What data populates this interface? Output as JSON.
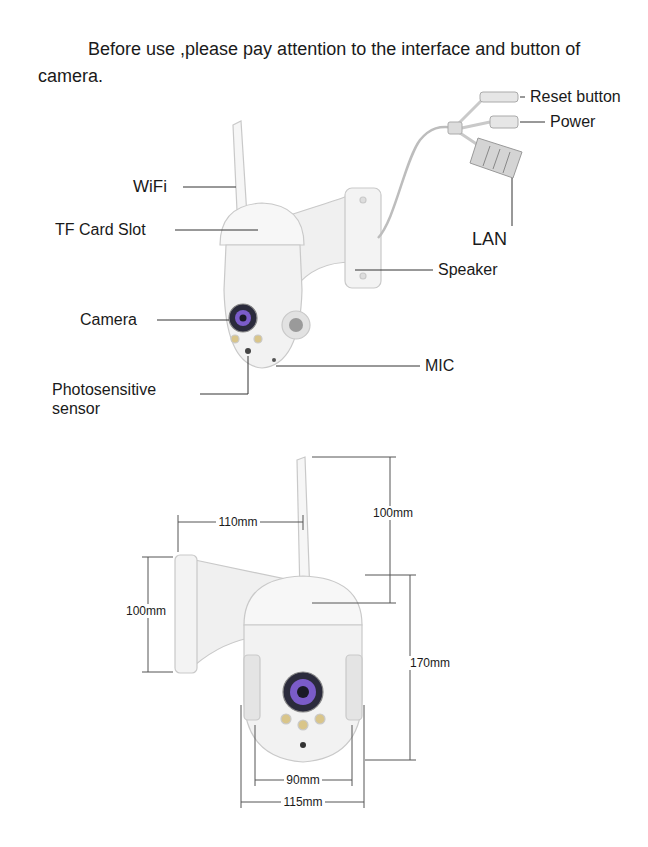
{
  "diagram": {
    "title": "Before use ,please pay attention to the interface and button of camera.",
    "labels": [
      "Reset button",
      "Power",
      "LAN",
      "WiFi",
      "TF Card Slot",
      "Speaker",
      "Camera",
      "MIC",
      "Photosensitive sensor",
      "100mm",
      "110mm",
      "100mm",
      "170mm",
      "90mm",
      "115mm"
    ]
  }
}
